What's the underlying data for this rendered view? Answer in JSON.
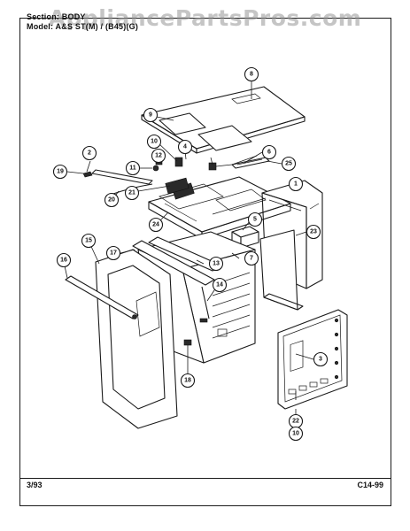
{
  "header": {
    "section": "Section: BODY",
    "model": "Model: A&S ST(M) / (B45)(G)"
  },
  "watermark": "AppliancePartsPros.com",
  "footer": {
    "date": "3/93",
    "code": "C14-99"
  },
  "callouts": [
    "1",
    "2",
    "3",
    "4",
    "5",
    "6",
    "7",
    "8",
    "9",
    "10",
    "11",
    "12",
    "13",
    "14",
    "15",
    "16",
    "17",
    "18",
    "19",
    "20",
    "21",
    "22",
    "23",
    "24",
    "25",
    "10"
  ]
}
